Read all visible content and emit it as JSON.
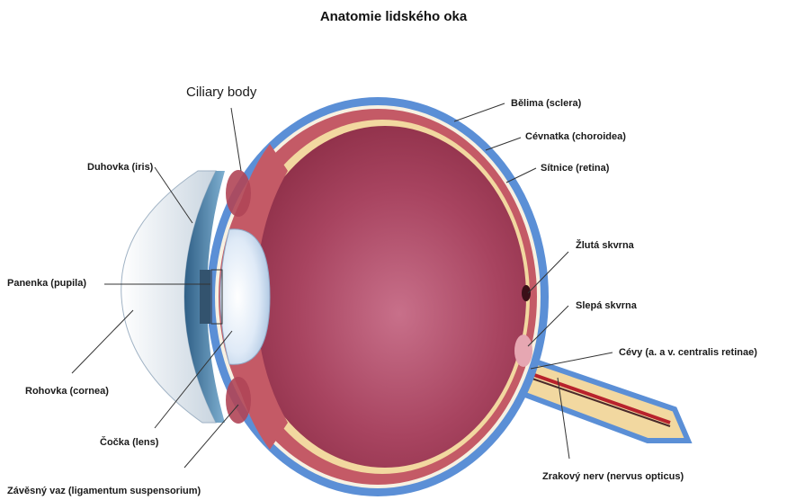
{
  "title": "Anatomie lidského oka",
  "labels": {
    "ciliary_body": "Ciliary body",
    "duhovka": "Duhovka (iris)",
    "panenka": "Panenka (pupila)",
    "rohovka": "Rohovka (cornea)",
    "cocka": "Čočka (lens)",
    "zavesny_vaz": "Závěsný vaz (ligamentum suspensorium)",
    "belima": "Bělima (sclera)",
    "cevnatka": "Cévnatka (choroidea)",
    "sitnice": "Sítnice (retina)",
    "zluta_skvrna": "Žlutá skvrna",
    "slepa_skvrna": "Slepá skvrna",
    "cevy": "Cévy (a. a v. centralis retinae)",
    "zrakovy_nerv": "Zrakový nerv (nervus opticus)"
  },
  "colors": {
    "sclera": "#5b8fd6",
    "choroid": "#c45a66",
    "retina": "#f2d8a0",
    "vitreous": "#a33a55",
    "lens": "#d7e6f7",
    "iris": "#4a7fa8",
    "cornea": "#e9eef3",
    "vessel": "#b8222c"
  }
}
